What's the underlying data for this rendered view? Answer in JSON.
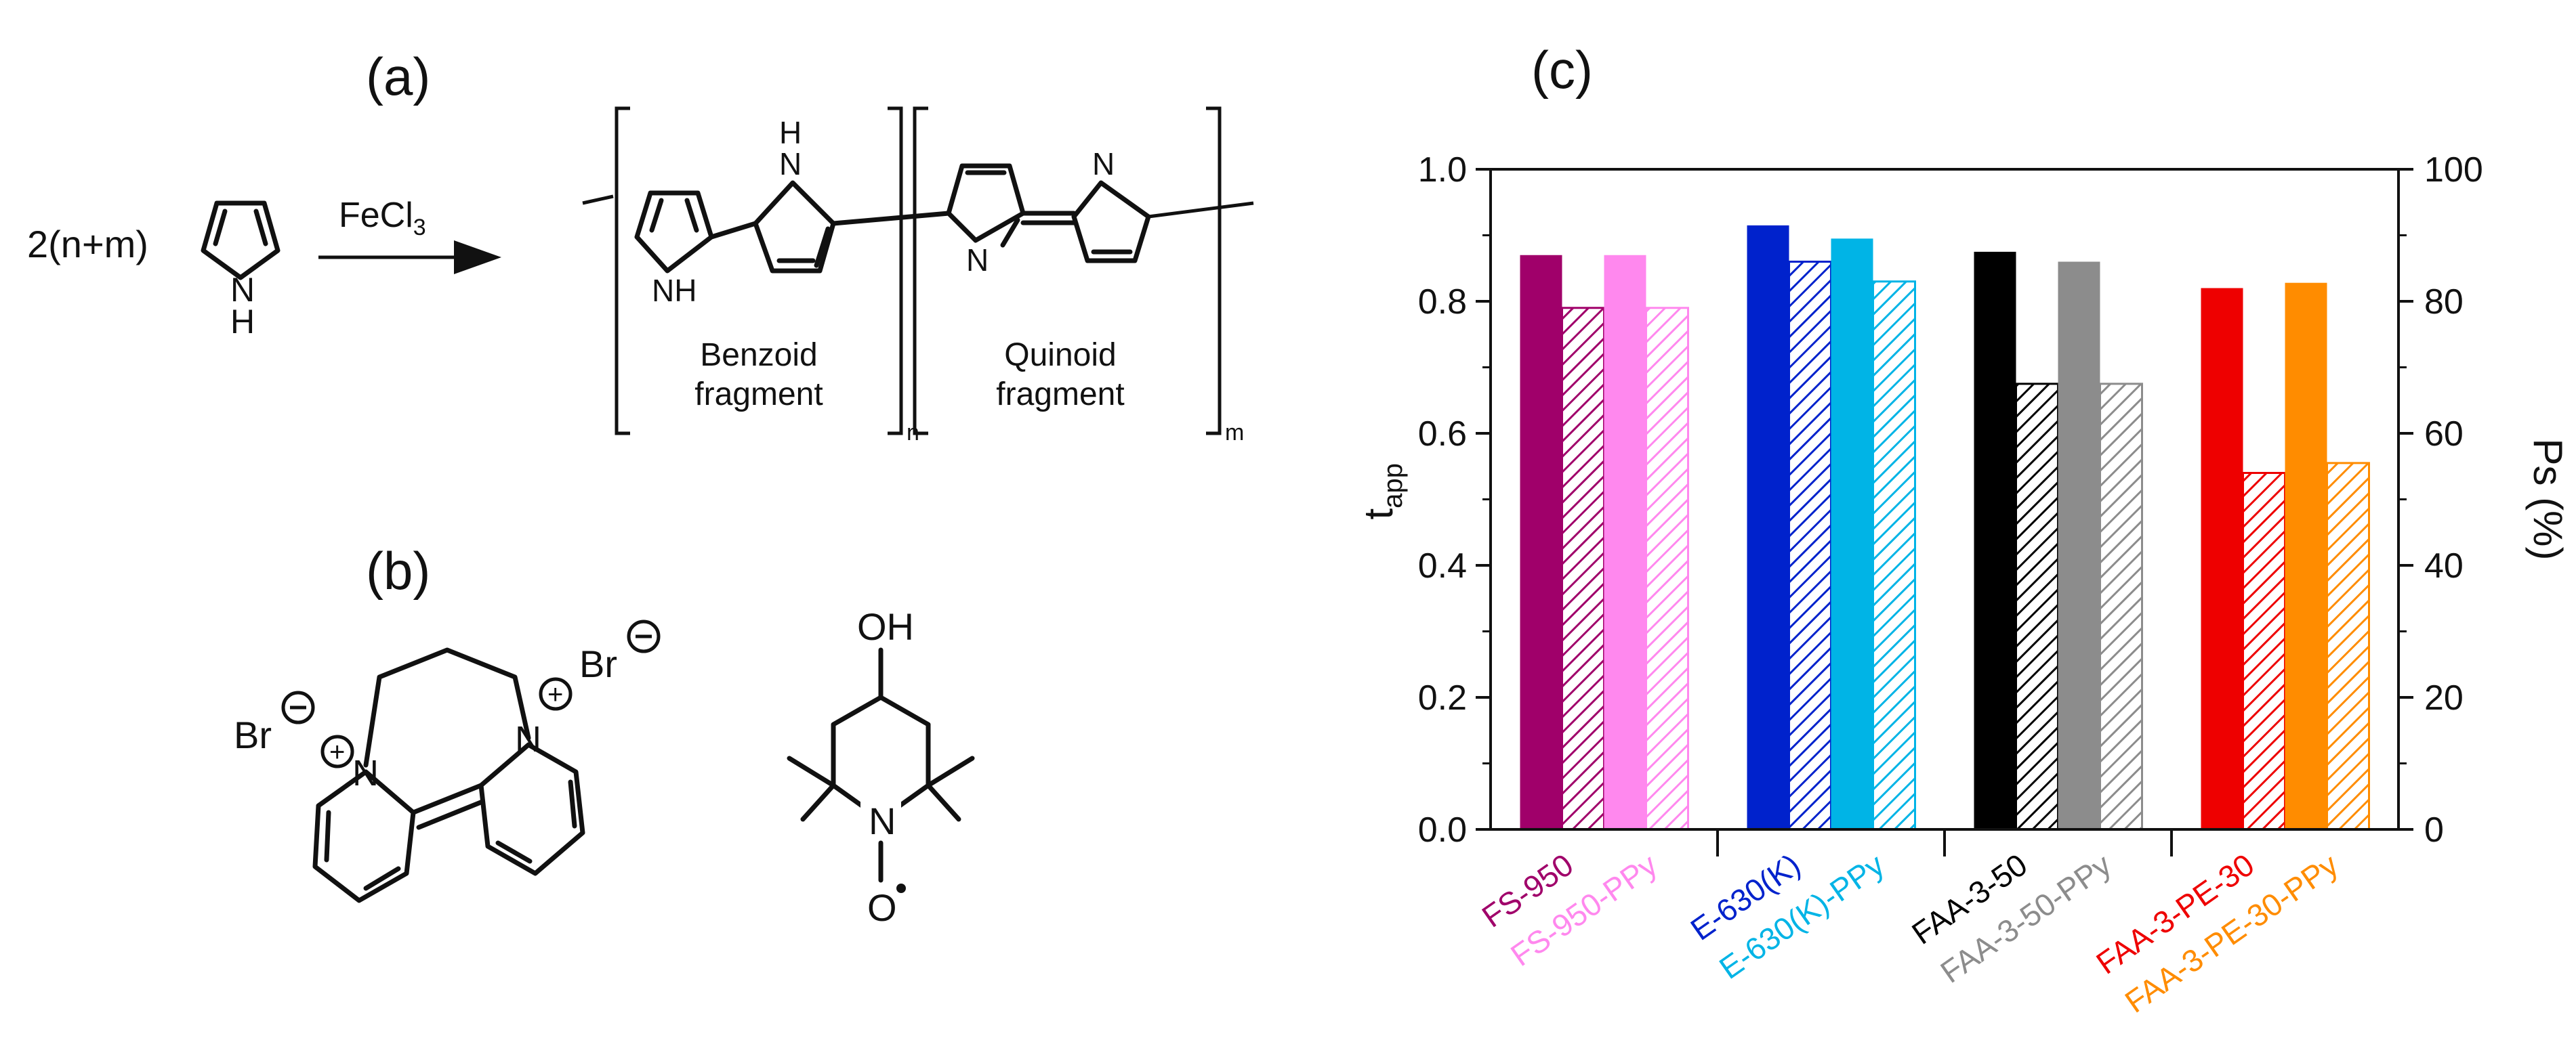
{
  "panels": {
    "a": "(a)",
    "b": "(b)",
    "c": "(c)"
  },
  "scheme_a": {
    "reactant_coeff": "2(n+m)",
    "pyrrole_nh": "H",
    "pyrrole_n": "N",
    "reagent": "FeCl",
    "reagent_sub": "3",
    "benzoid_label_line1": "Benzoid",
    "benzoid_label_line2": "fragment",
    "quinoid_label_line1": "Quinoid",
    "quinoid_label_line2": "fragment",
    "sub_n": "n",
    "sub_m": "m",
    "atom_nh": "NH",
    "atom_h": "H",
    "atom_n": "N"
  },
  "scheme_b": {
    "br_left": "Br",
    "br_right": "Br",
    "atom_n": "N",
    "atom_oh": "OH",
    "atom_o": "O"
  },
  "chart_data": {
    "type": "bar",
    "ylabel_main": "t",
    "ylabel_sub": "app",
    "ylabel_right": "Ps (%)",
    "ylim_left": [
      0.0,
      1.0
    ],
    "ylim_right": [
      0,
      100
    ],
    "yticks_left": [
      "0.0",
      "0.2",
      "0.4",
      "0.6",
      "0.8",
      "1.0"
    ],
    "yticks_right": [
      "0",
      "20",
      "40",
      "60",
      "80",
      "100"
    ],
    "categories": [
      "FS-950",
      "FS-950-PPy",
      "E-630(K)",
      "E-630(K)-PPy",
      "FAA-3-50",
      "FAA-3-50-PPy",
      "FAA-3-PE-30",
      "FAA-3-PE-30-PPy"
    ],
    "series": [
      {
        "role": "solid",
        "values": [
          0.87,
          0.87,
          0.915,
          0.895,
          0.875,
          0.86,
          0.82,
          0.828
        ]
      },
      {
        "role": "hatched",
        "values": [
          0.79,
          0.79,
          0.86,
          0.83,
          0.675,
          0.675,
          0.54,
          0.555
        ]
      }
    ],
    "colors": [
      "#a0006a",
      "#ff88ee",
      "#0022cc",
      "#00b4e6",
      "#000000",
      "#8c8c8c",
      "#ee0000",
      "#ff8c00"
    ],
    "groups": [
      [
        0,
        1
      ],
      [
        2,
        3
      ],
      [
        4,
        5
      ],
      [
        6,
        7
      ]
    ],
    "grid": false
  }
}
